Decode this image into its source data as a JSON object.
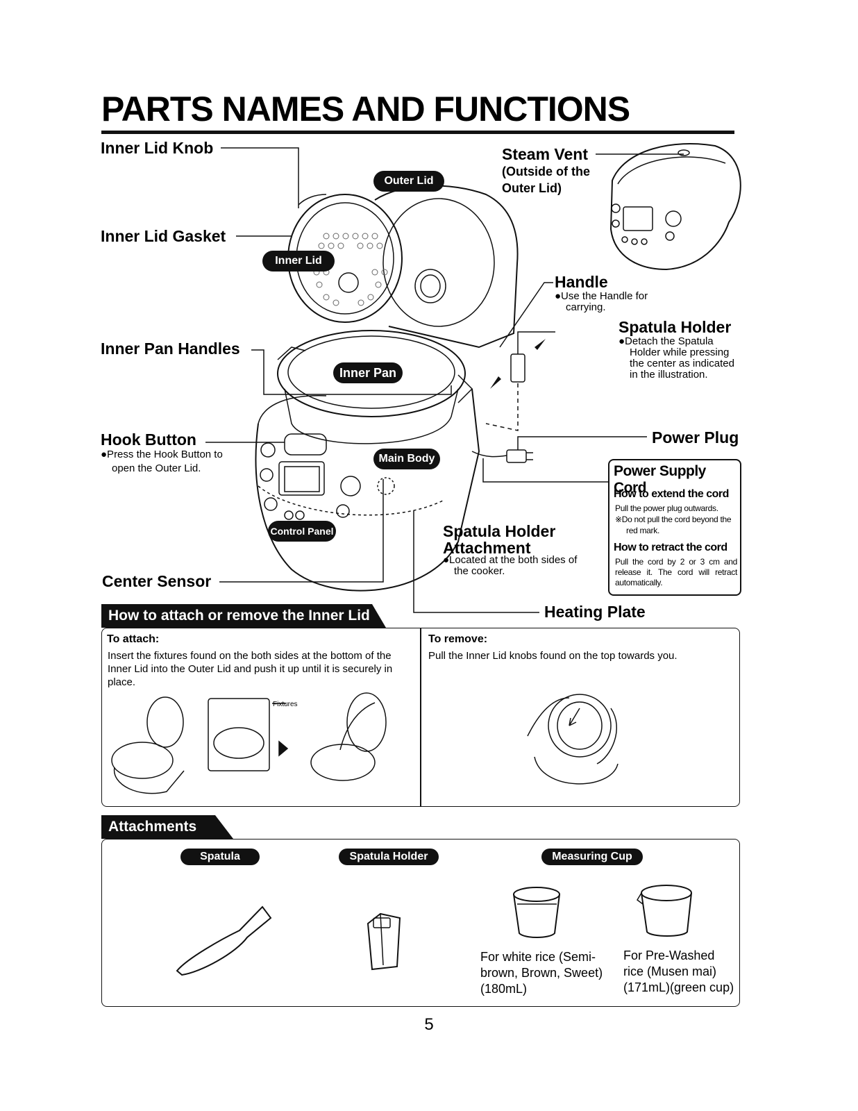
{
  "page": {
    "title": "PARTS NAMES AND FUNCTIONS",
    "page_number": "5"
  },
  "labels": {
    "inner_lid_knob": "Inner Lid Knob",
    "inner_lid_gasket": "Inner Lid Gasket",
    "inner_pan_handles": "Inner Pan Handles",
    "hook_button": "Hook Button",
    "hook_button_note_1": "●Press the Hook Button to",
    "hook_button_note_2": "open the Outer Lid.",
    "center_sensor": "Center Sensor",
    "steam_vent": "Steam Vent",
    "steam_vent_sub_1": "(Outside of the",
    "steam_vent_sub_2": "Outer Lid)",
    "handle": "Handle",
    "handle_note_1": "●Use the Handle for",
    "handle_note_2": "carrying.",
    "spatula_holder": "Spatula Holder",
    "spatula_holder_note_1": "●Detach the Spatula",
    "spatula_holder_note_2": "Holder while pressing",
    "spatula_holder_note_3": "the center as indicated",
    "spatula_holder_note_4": "in the illustration.",
    "power_plug": "Power Plug",
    "spatula_holder_attachment_1": "Spatula Holder",
    "spatula_holder_attachment_2": "Attachment",
    "attachment_note_1": "●Located at the both sides of",
    "attachment_note_2": "the cooker.",
    "heating_plate": "Heating Plate"
  },
  "callouts": {
    "outer_lid": "Outer Lid",
    "inner_lid": "Inner Lid",
    "inner_pan": "Inner Pan",
    "main_body": "Main Body",
    "control_panel": "Control Panel"
  },
  "power_cord": {
    "title": "Power Supply Cord",
    "extend_heading": "How to extend the cord",
    "extend_text_1": "Pull the power plug outwards.",
    "extend_text_2": "※Do not pull the cord beyond the",
    "extend_text_3": "red mark.",
    "retract_heading": "How to retract the cord",
    "retract_text": "Pull the cord by 2 or 3 cm and release it. The cord will retract automatically."
  },
  "inner_lid_section": {
    "heading": "How to attach or remove the Inner Lid",
    "attach_heading": "To attach:",
    "attach_text": "Insert the fixtures found on the both sides at the bottom of the Inner Lid into the Outer Lid and push it up until it is securely in place.",
    "fixtures_label": "Fixtures",
    "remove_heading": "To remove:",
    "remove_text": "Pull the Inner Lid knobs found on the top towards you."
  },
  "attachments": {
    "heading": "Attachments",
    "spatula": "Spatula",
    "spatula_holder": "Spatula Holder",
    "measuring_cup": "Measuring Cup",
    "white_rice_1": "For white rice (Semi-",
    "white_rice_2": "brown, Brown, Sweet)",
    "white_rice_3": "(180mL)",
    "prewashed_1": "For Pre-Washed",
    "prewashed_2": "rice (Musen mai)",
    "prewashed_3": "(171mL)(green cup)"
  }
}
